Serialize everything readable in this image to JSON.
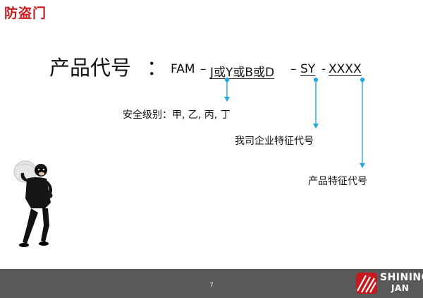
{
  "slide": {
    "title": "防盗门",
    "page_number": "7"
  },
  "code": {
    "label": "产品代号",
    "colon": "：",
    "prefix": "FAM",
    "dash1": "–",
    "seg_grade": "J或Y或B或D",
    "dash2": "–",
    "seg_company": "SY",
    "dash3": "-",
    "seg_product": "XXXX"
  },
  "annotations": {
    "grade": "安全级别：甲, 乙, 丙, 丁",
    "company": "我司企业特征代号",
    "product": "产品特征代号"
  },
  "colors": {
    "title": "#c8191e",
    "arrow": "#1ea7e1",
    "footer": "#595959",
    "logo": "#c8191e"
  },
  "logo": {
    "line1": "SHINING",
    "line2": "JAN"
  }
}
